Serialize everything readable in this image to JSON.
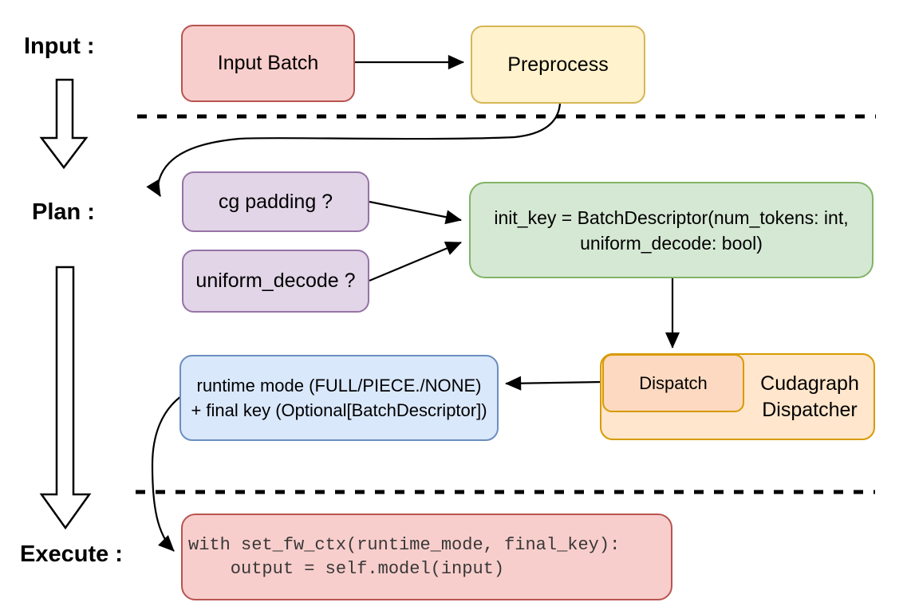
{
  "stages": {
    "input_label": "Input :",
    "plan_label": "Plan :",
    "execute_label": "Execute :"
  },
  "nodes": {
    "input_batch": {
      "label": "Input Batch"
    },
    "preprocess": {
      "label": "Preprocess"
    },
    "cg_padding": {
      "label": "cg padding ?"
    },
    "uniform_decode": {
      "label": "uniform_decode ?"
    },
    "init_key": {
      "line1": "init_key = BatchDescriptor(num_tokens: int,",
      "line2": "uniform_decode: bool)"
    },
    "runtime_mode": {
      "line1": "runtime mode (FULL/PIECE./NONE)",
      "line2": "+ final key (Optional[BatchDescriptor])"
    },
    "dispatch": {
      "label": "Dispatch"
    },
    "cudagraph_dispatcher": {
      "line1": "Cudagraph",
      "line2": "Dispatcher"
    },
    "execute_code": {
      "line1": "with set_fw_ctx(runtime_mode, final_key):",
      "line2": "    output = self.model(input)"
    }
  },
  "colors": {
    "red_fill": "#f8cecc",
    "red_border": "#b85450",
    "yellow_fill": "#fff2cc",
    "yellow_border": "#d6b656",
    "purple_fill": "#e1d5e7",
    "purple_border": "#9673a6",
    "green_fill": "#d5e8d4",
    "green_border": "#82b366",
    "blue_fill": "#dae8fc",
    "blue_border": "#6c8ebf",
    "orange_fill": "#ffe6cc",
    "orange_border": "#d79b00",
    "peach_fill": "#fcd9c0",
    "arrow": "#000000"
  }
}
